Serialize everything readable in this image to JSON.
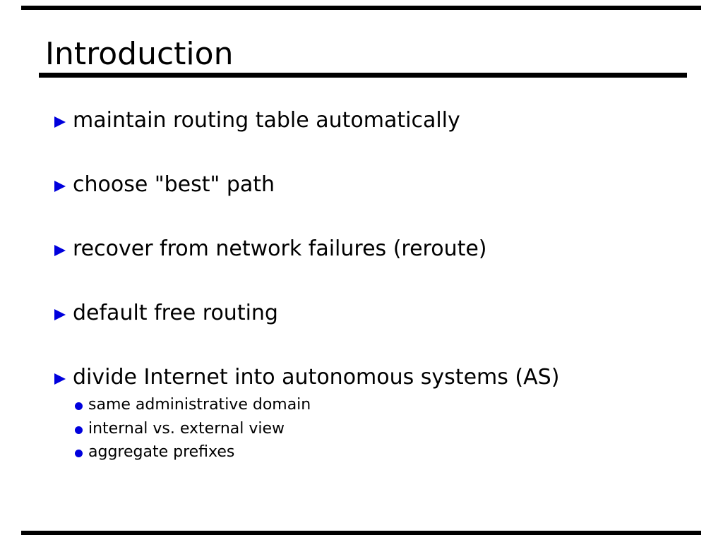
{
  "slide": {
    "title": "Introduction",
    "accent_color": "#0000dd",
    "rule_color": "#000000",
    "text_color": "#000000",
    "background_color": "#ffffff",
    "icons": {
      "bullet": "triangle-right-icon",
      "subbullet": "dot-icon"
    },
    "bullets": [
      {
        "text": "maintain routing table automatically"
      },
      {
        "text": "choose \"best\" path"
      },
      {
        "text": "recover from network failures (reroute)"
      },
      {
        "text": "default free routing"
      },
      {
        "text": "divide Internet into autonomous systems (AS)",
        "subitems": [
          "same administrative domain",
          "internal vs. external view",
          "aggregate prefixes"
        ]
      }
    ]
  }
}
